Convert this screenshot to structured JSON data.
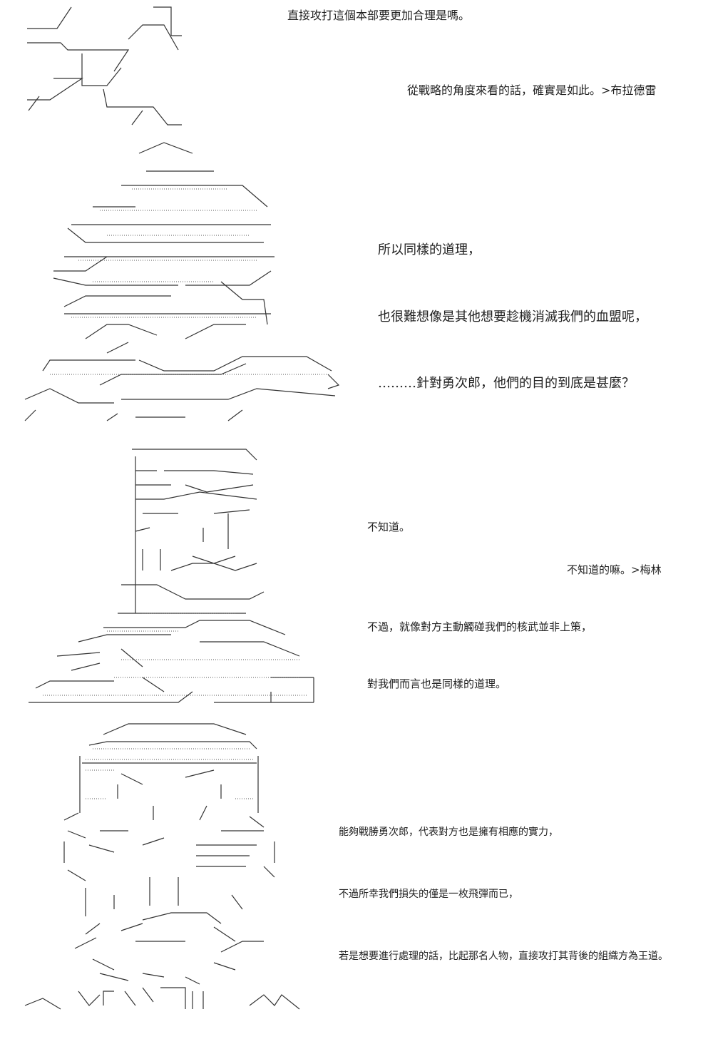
{
  "dialogue": [
    {
      "text": "直接攻打這個本部要更加合理是嗎。"
    },
    {
      "text": "從戰略的角度來看的話，確實是如此。>布拉德雷"
    },
    {
      "text": "所以同樣的道理，"
    },
    {
      "text": "也很難想像是其他想要趁機消滅我們的血盟呢，"
    },
    {
      "text": "………針對勇次郎，他們的目的到底是甚麼？"
    },
    {
      "text": "不知道。"
    },
    {
      "text": "不知道的嘛。>梅林"
    },
    {
      "text": "不過，就像對方主動觸碰我們的核武並非上策，"
    },
    {
      "text": "對我們而言也是同樣的道理。"
    },
    {
      "text": "能夠戰勝勇次郎，代表對方也是擁有相應的實力，"
    },
    {
      "text": "不過所幸我們損失的僅是一枚飛彈而已，"
    },
    {
      "text": "若是想要進行處理的話，比起那名人物，直接攻打其背後的組織方為王道。"
    }
  ]
}
